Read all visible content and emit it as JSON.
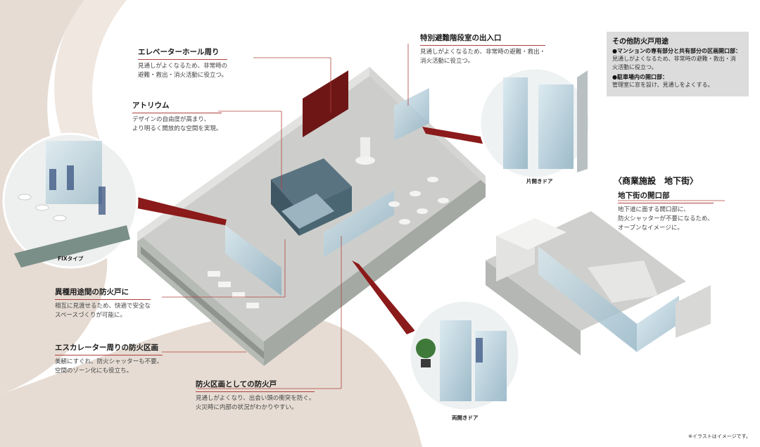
{
  "labels": {
    "elevator": {
      "title": "エレベーターホール周り",
      "desc": [
        "見通しがよくなるため、非常時の",
        "避難・救出・消火活動に役立つ。"
      ]
    },
    "atrium": {
      "title": "アトリウム",
      "desc": [
        "デザインの自由度が高まり、",
        "より明るく開放的な空間を実現。"
      ]
    },
    "stair": {
      "title": "特別避難階段室の出入口",
      "desc": [
        "見通しがよくなるため、非常時の避難・救出・",
        "消火活動に役立つ。"
      ]
    },
    "mixed": {
      "title": "異種用途間の防火戸に",
      "desc": [
        "相互に見渡せるため、快適で安全な",
        "スペースづくりが可能に。"
      ]
    },
    "escalator": {
      "title": "エスカレーター周りの防火区画",
      "desc": [
        "美観にすぐれ、防火シャッターも不要。",
        "空間のゾーン化にも役立ち。"
      ]
    },
    "fire_door": {
      "title": "防火区画としての防火戸",
      "desc": [
        "見通しがよくなり、出会い頭の衝突を防ぐ。",
        "火災時に内部の状況がわかりやすい。"
      ]
    },
    "underground": {
      "title": "地下街の開口部",
      "desc": [
        "地下道に面する開口部に、",
        "防火シャッターが不要になるため、",
        "オープンなイメージに。"
      ]
    }
  },
  "infobox": {
    "title": "その他防火戸用途",
    "sub1": "●マンションの専有部分と共有部分の区画開口部：",
    "text1": [
      "見通しがよくなるため、非常時の避難・救出・消",
      "火活動に役立つ。"
    ],
    "sub2": "●駐車場内の開口部：",
    "text2": [
      "管理室に窓を設け、見通しをよくする。"
    ]
  },
  "section_title": "〈商業施設　地下街〉",
  "captions": {
    "fix": "FIXタイプ",
    "single": "片開きドア",
    "double": "両開きドア"
  },
  "footnote": "※イラストはイメージです。",
  "colors": {
    "accent": "#8b1a1a",
    "leader": "#b0413e",
    "glass": "#7fa3b2",
    "floor": "#c9cac7",
    "box": "#dcdcdc",
    "bg_blob": "#e3d8cf"
  }
}
